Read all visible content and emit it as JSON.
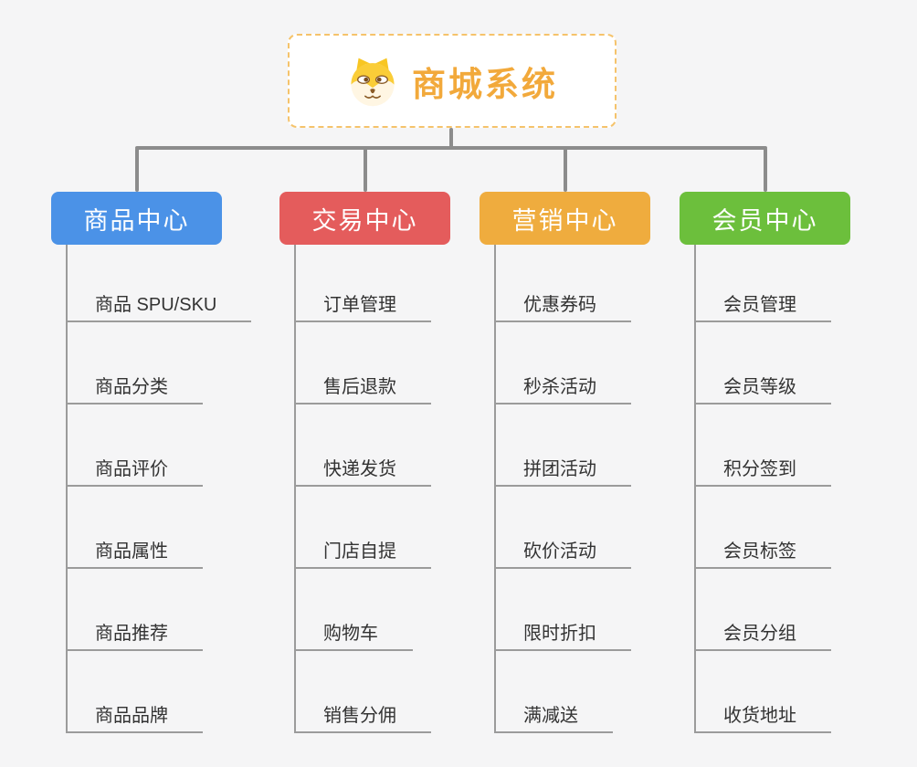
{
  "root": {
    "title": "商城系统",
    "icon": "shiba-dog-face-icon"
  },
  "branches": [
    {
      "label": "商品中心",
      "color": "#4b92e7",
      "children": [
        "商品 SPU/SKU",
        "商品分类",
        "商品评价",
        "商品属性",
        "商品推荐",
        "商品品牌"
      ]
    },
    {
      "label": "交易中心",
      "color": "#e45c5c",
      "children": [
        "订单管理",
        "售后退款",
        "快递发货",
        "门店自提",
        "购物车",
        "销售分佣"
      ]
    },
    {
      "label": "营销中心",
      "color": "#efac3e",
      "children": [
        "优惠券码",
        "秒杀活动",
        "拼团活动",
        "砍价活动",
        "限时折扣",
        "满减送"
      ]
    },
    {
      "label": "会员中心",
      "color": "#6cbf3c",
      "children": [
        "会员管理",
        "会员等级",
        "积分签到",
        "会员标签",
        "会员分组",
        "收货地址"
      ]
    }
  ],
  "colors": {
    "background": "#f5f5f6",
    "connector": "#8c8c8c",
    "sub_line": "#9b9b9b",
    "root_text": "#f2a93b",
    "root_border": "#f5c36b",
    "item_text": "#333333"
  }
}
